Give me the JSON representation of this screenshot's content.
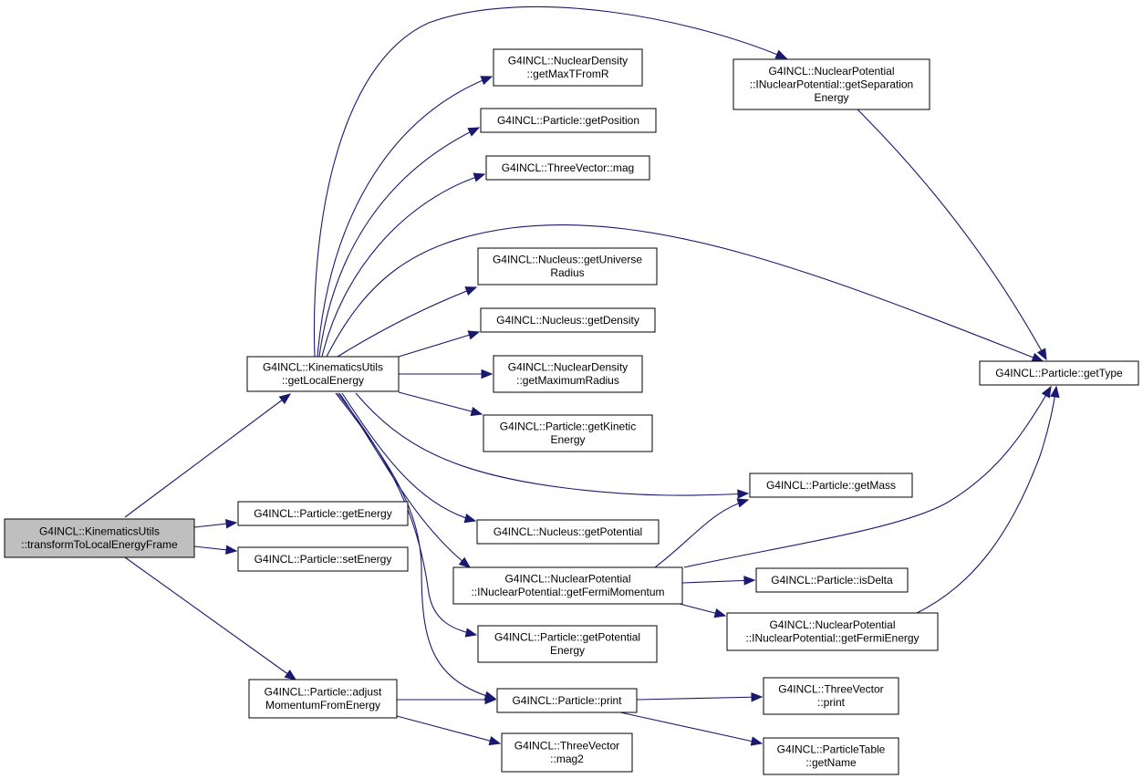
{
  "diagram": {
    "nodes": [
      {
        "id": "root",
        "lines": [
          "G4INCL::KinematicsUtils",
          "::transformToLocalEnergyFrame"
        ],
        "root": true
      },
      {
        "id": "getLocalEnergy",
        "lines": [
          "G4INCL::KinematicsUtils",
          "::getLocalEnergy"
        ]
      },
      {
        "id": "getEnergy",
        "lines": [
          "G4INCL::Particle::getEnergy"
        ]
      },
      {
        "id": "setEnergy",
        "lines": [
          "G4INCL::Particle::setEnergy"
        ]
      },
      {
        "id": "adjustMomentum",
        "lines": [
          "G4INCL::Particle::adjust",
          "MomentumFromEnergy"
        ]
      },
      {
        "id": "getMaxTFromR",
        "lines": [
          "G4INCL::NuclearDensity",
          "::getMaxTFromR"
        ]
      },
      {
        "id": "getPosition",
        "lines": [
          "G4INCL::Particle::getPosition"
        ]
      },
      {
        "id": "mag",
        "lines": [
          "G4INCL::ThreeVector::mag"
        ]
      },
      {
        "id": "getUniverseRadius",
        "lines": [
          "G4INCL::Nucleus::getUniverse",
          "Radius"
        ]
      },
      {
        "id": "getDensity",
        "lines": [
          "G4INCL::Nucleus::getDensity"
        ]
      },
      {
        "id": "getMaximumRadius",
        "lines": [
          "G4INCL::NuclearDensity",
          "::getMaximumRadius"
        ]
      },
      {
        "id": "getKineticEnergy",
        "lines": [
          "G4INCL::Particle::getKinetic",
          "Energy"
        ]
      },
      {
        "id": "getPotential",
        "lines": [
          "G4INCL::Nucleus::getPotential"
        ]
      },
      {
        "id": "getFermiMomentum",
        "lines": [
          "G4INCL::NuclearPotential",
          "::INuclearPotential::getFermiMomentum"
        ]
      },
      {
        "id": "getPotentialEnergy",
        "lines": [
          "G4INCL::Particle::getPotential",
          "Energy"
        ]
      },
      {
        "id": "print",
        "lines": [
          "G4INCL::Particle::print"
        ]
      },
      {
        "id": "mag2",
        "lines": [
          "G4INCL::ThreeVector",
          "::mag2"
        ]
      },
      {
        "id": "getSeparationEnergy",
        "lines": [
          "G4INCL::NuclearPotential",
          "::INuclearPotential::getSeparation",
          "Energy"
        ]
      },
      {
        "id": "getMass",
        "lines": [
          "G4INCL::Particle::getMass"
        ]
      },
      {
        "id": "isDelta",
        "lines": [
          "G4INCL::Particle::isDelta"
        ]
      },
      {
        "id": "getFermiEnergy",
        "lines": [
          "G4INCL::NuclearPotential",
          "::INuclearPotential::getFermiEnergy"
        ]
      },
      {
        "id": "tvPrint",
        "lines": [
          "G4INCL::ThreeVector",
          "::print"
        ]
      },
      {
        "id": "getName",
        "lines": [
          "G4INCL::ParticleTable",
          "::getName"
        ]
      },
      {
        "id": "getType",
        "lines": [
          "G4INCL::Particle::getType"
        ]
      }
    ],
    "edges": [
      [
        "root",
        "getLocalEnergy"
      ],
      [
        "root",
        "getEnergy"
      ],
      [
        "root",
        "setEnergy"
      ],
      [
        "root",
        "adjustMomentum"
      ],
      [
        "getLocalEnergy",
        "getSeparationEnergy"
      ],
      [
        "getLocalEnergy",
        "getMaxTFromR"
      ],
      [
        "getLocalEnergy",
        "getPosition"
      ],
      [
        "getLocalEnergy",
        "mag"
      ],
      [
        "getLocalEnergy",
        "getType"
      ],
      [
        "getLocalEnergy",
        "getUniverseRadius"
      ],
      [
        "getLocalEnergy",
        "getDensity"
      ],
      [
        "getLocalEnergy",
        "getMaximumRadius"
      ],
      [
        "getLocalEnergy",
        "getKineticEnergy"
      ],
      [
        "getLocalEnergy",
        "getMass"
      ],
      [
        "getLocalEnergy",
        "getPotential"
      ],
      [
        "getLocalEnergy",
        "getFermiMomentum"
      ],
      [
        "getLocalEnergy",
        "getPotentialEnergy"
      ],
      [
        "getLocalEnergy",
        "print"
      ],
      [
        "adjustMomentum",
        "print"
      ],
      [
        "adjustMomentum",
        "mag2"
      ],
      [
        "getSeparationEnergy",
        "getType"
      ],
      [
        "getFermiMomentum",
        "getMass"
      ],
      [
        "getFermiMomentum",
        "getType"
      ],
      [
        "getFermiMomentum",
        "isDelta"
      ],
      [
        "getFermiMomentum",
        "getFermiEnergy"
      ],
      [
        "getFermiEnergy",
        "getType"
      ],
      [
        "print",
        "tvPrint"
      ],
      [
        "print",
        "getName"
      ]
    ]
  }
}
